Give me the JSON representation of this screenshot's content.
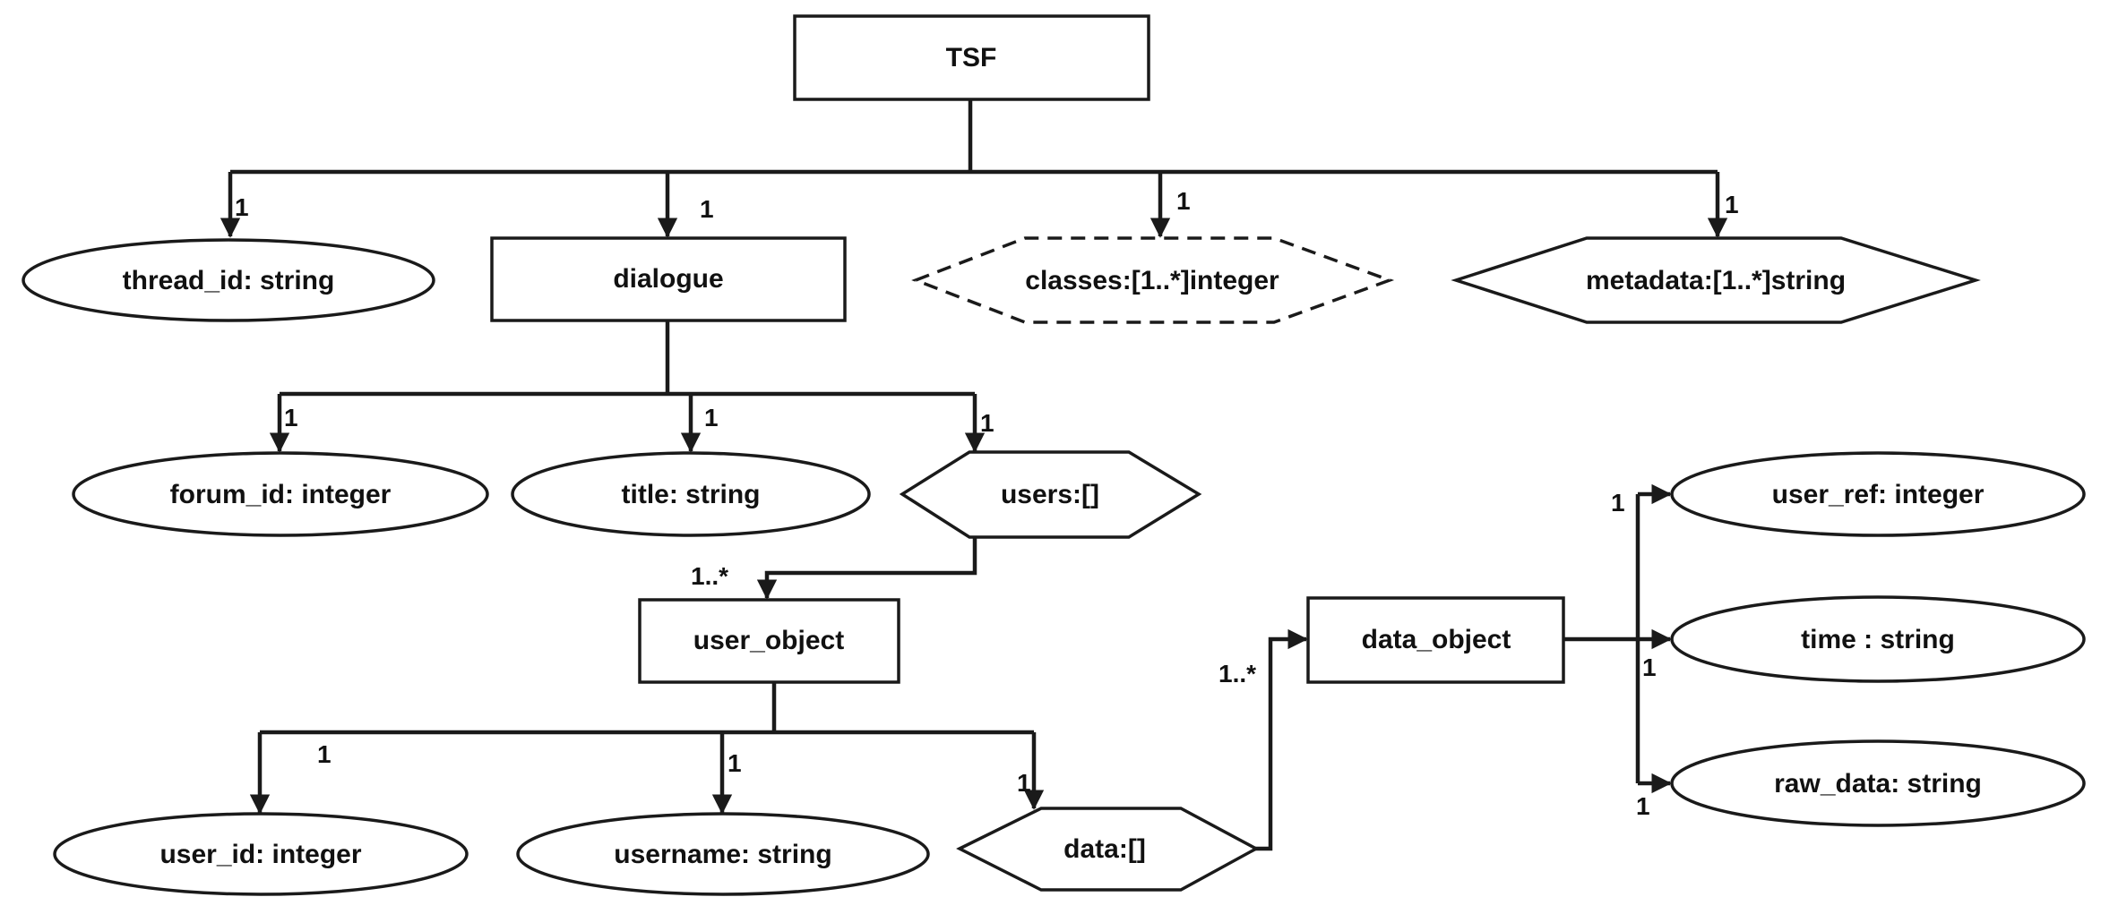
{
  "nodes": {
    "tsf": "TSF",
    "thread_id": "thread_id: string",
    "dialogue": "dialogue",
    "classes": "classes:[1..*]integer",
    "metadata": "metadata:[1..*]string",
    "forum_id": "forum_id: integer",
    "title": "title: string",
    "users": "users:[]",
    "user_object": "user_object",
    "user_id": "user_id: integer",
    "username": "username: string",
    "data": "data:[]",
    "data_object": "data_object",
    "user_ref": "user_ref: integer",
    "time": "time : string",
    "raw_data": "raw_data: string"
  },
  "multiplicities": {
    "thread_id": "1",
    "dialogue": "1",
    "classes": "1",
    "metadata": "1",
    "forum_id": "1",
    "title": "1",
    "users": "1",
    "user_object": "1..*",
    "user_id": "1",
    "username": "1",
    "data": "1",
    "data_object": "1..*",
    "user_ref": "1",
    "time": "1",
    "raw_data": "1"
  }
}
